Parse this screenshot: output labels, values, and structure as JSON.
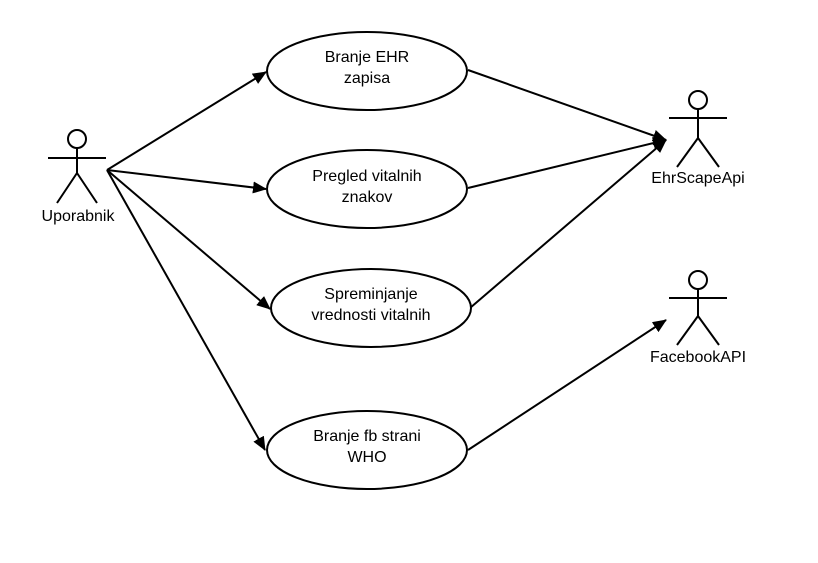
{
  "actors": {
    "user": "Uporabnik",
    "ehr": "EhrScapeApi",
    "facebook": "FacebookAPI"
  },
  "use_cases": {
    "ehr_read": [
      "Branje EHR",
      "zapisa"
    ],
    "vitals_view": [
      "Pregled vitalnih",
      "znakov"
    ],
    "vitals_edit": [
      "Spreminjanje",
      "vrednosti vitalnih"
    ],
    "fb_read": [
      "Branje fb strani",
      "WHO"
    ]
  },
  "colors": {
    "stroke": "#000000",
    "background": "#ffffff"
  }
}
